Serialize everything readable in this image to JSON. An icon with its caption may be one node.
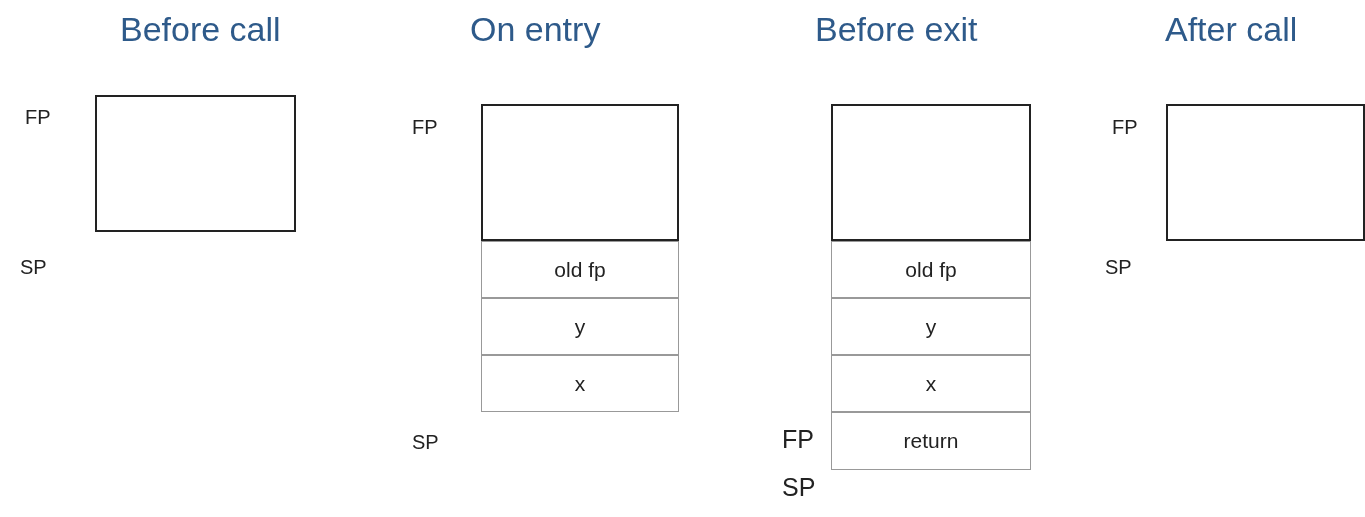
{
  "diagram": {
    "nodes": [
      {
        "text": [],
        "shape": "box"
      },
      {
        "text": [],
        "shape": "box"
      },
      {
        "text": [
          "old fp"
        ]
      },
      {
        "text": [
          "y"
        ]
      },
      {
        "text": [
          "x"
        ]
      },
      {
        "text": [],
        "shape": "box"
      },
      {
        "text": [
          "old fp"
        ]
      },
      {
        "text": [
          "y"
        ]
      },
      {
        "text": [
          "x"
        ]
      },
      {
        "text": [
          "return"
        ]
      },
      {
        "text": [],
        "shape": "box"
      }
    ],
    "edges": [],
    "labels": [
      "Before call",
      "On entry",
      "Before exit",
      "After call",
      "FP",
      "SP",
      "FP",
      "SP",
      "FP",
      "SP",
      "FP",
      "SP"
    ]
  }
}
